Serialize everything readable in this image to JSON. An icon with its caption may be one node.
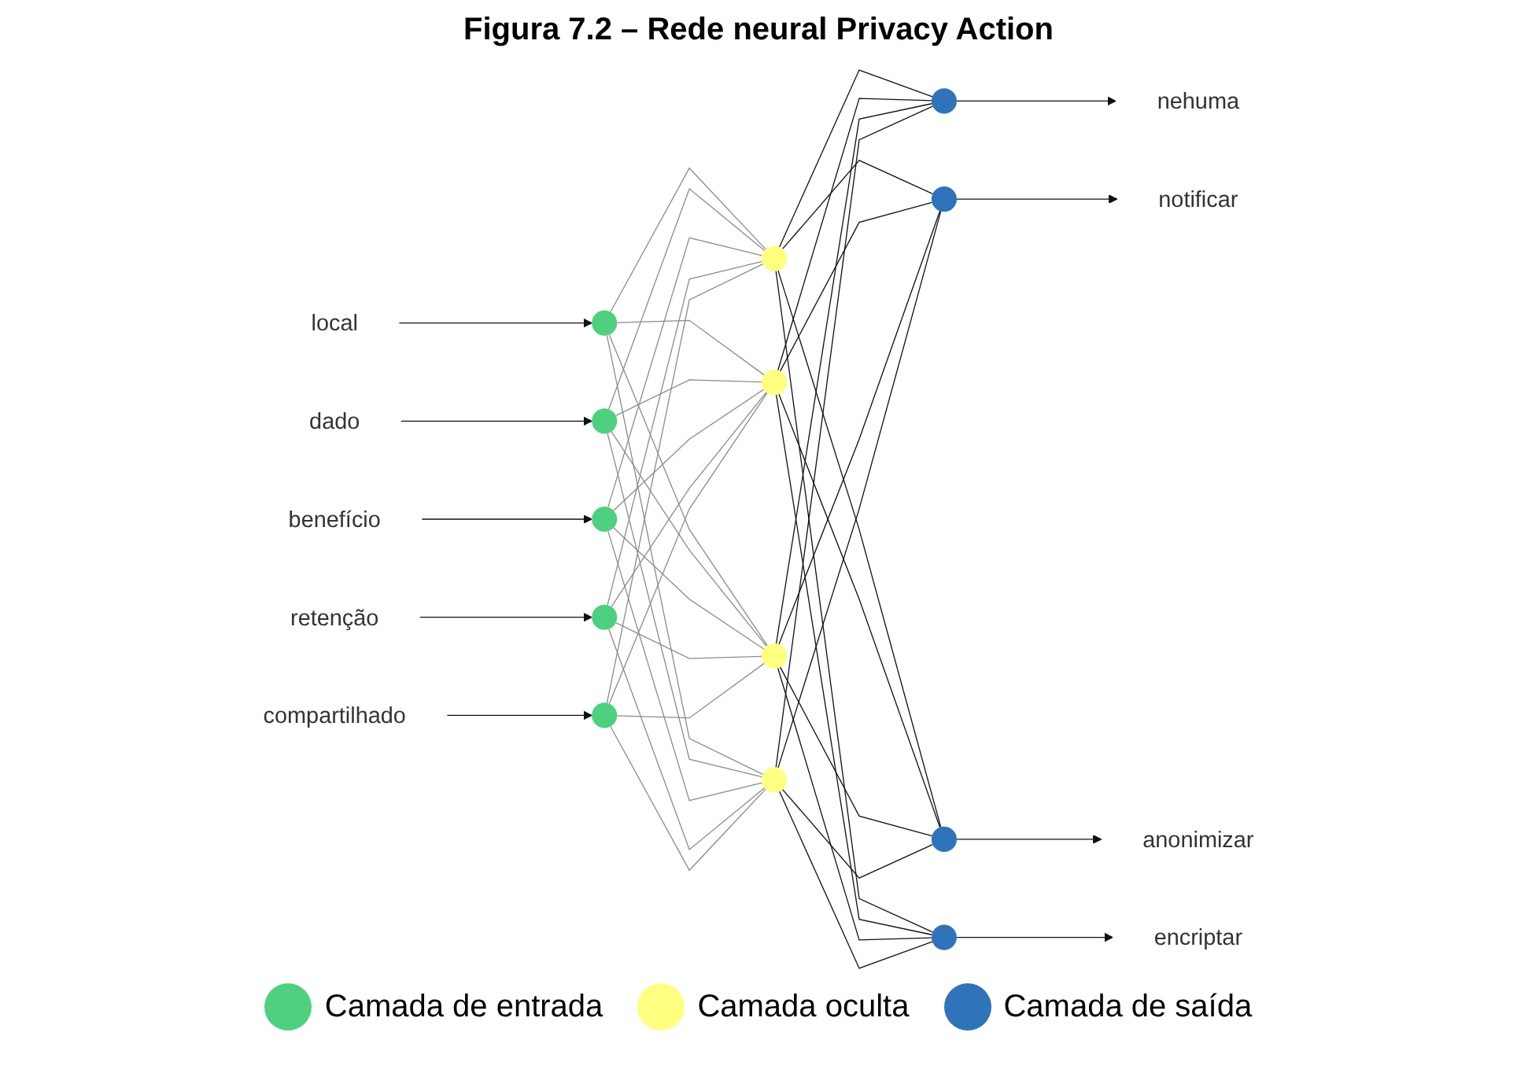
{
  "diagram": {
    "title": "Figura 7.2 – Rede neural Privacy Action",
    "nodes": [
      {
        "text": [
          "local"
        ]
      },
      {
        "text": [
          "dado"
        ]
      },
      {
        "text": [
          "benefício"
        ]
      },
      {
        "text": [
          "retenção"
        ]
      },
      {
        "text": [
          "compartilhado"
        ]
      },
      {
        "text": [],
        "shape": "circle"
      },
      {
        "text": [],
        "shape": "circle"
      },
      {
        "text": [],
        "shape": "circle"
      },
      {
        "text": [],
        "shape": "circle"
      },
      {
        "text": [],
        "shape": "circle"
      },
      {
        "text": [],
        "shape": "circle"
      },
      {
        "text": [],
        "shape": "circle"
      },
      {
        "text": [],
        "shape": "circle"
      },
      {
        "text": [],
        "shape": "circle"
      },
      {
        "text": [],
        "shape": "circle"
      },
      {
        "text": [],
        "shape": "circle"
      },
      {
        "text": [],
        "shape": "circle"
      },
      {
        "text": [],
        "shape": "circle"
      },
      {
        "text": [
          "nehuma"
        ]
      },
      {
        "text": [
          "notificar"
        ]
      },
      {
        "text": [
          "anonimizar"
        ]
      },
      {
        "text": [
          "encriptar"
        ]
      }
    ],
    "edges": [
      {
        "from": 0,
        "to": 5,
        "arrow": "to"
      },
      {
        "from": 1,
        "to": 6,
        "arrow": "to"
      },
      {
        "from": 2,
        "to": 7,
        "arrow": "to"
      },
      {
        "from": 3,
        "to": 8,
        "arrow": "to"
      },
      {
        "from": 4,
        "to": 9,
        "arrow": "to"
      },
      {
        "from": 5,
        "to": 10,
        "arrow": "none",
        "color": "#8c8c8c"
      },
      {
        "from": 5,
        "to": 11,
        "arrow": "none",
        "color": "#8c8c8c"
      },
      {
        "from": 5,
        "to": 12,
        "arrow": "none",
        "color": "#8c8c8c"
      },
      {
        "from": 5,
        "to": 13,
        "arrow": "none",
        "color": "#8c8c8c"
      },
      {
        "from": 6,
        "to": 10,
        "arrow": "none",
        "color": "#8c8c8c"
      },
      {
        "from": 6,
        "to": 11,
        "arrow": "none",
        "color": "#8c8c8c"
      },
      {
        "from": 6,
        "to": 12,
        "arrow": "none",
        "color": "#8c8c8c"
      },
      {
        "from": 6,
        "to": 13,
        "arrow": "none",
        "color": "#8c8c8c"
      },
      {
        "from": 7,
        "to": 10,
        "arrow": "none",
        "color": "#8c8c8c"
      },
      {
        "from": 7,
        "to": 11,
        "arrow": "none",
        "color": "#8c8c8c"
      },
      {
        "from": 7,
        "to": 12,
        "arrow": "none",
        "color": "#8c8c8c"
      },
      {
        "from": 7,
        "to": 13,
        "arrow": "none",
        "color": "#8c8c8c"
      },
      {
        "from": 8,
        "to": 10,
        "arrow": "none",
        "color": "#8c8c8c"
      },
      {
        "from": 8,
        "to": 11,
        "arrow": "none",
        "color": "#8c8c8c"
      },
      {
        "from": 8,
        "to": 12,
        "arrow": "none",
        "color": "#8c8c8c"
      },
      {
        "from": 8,
        "to": 13,
        "arrow": "none",
        "color": "#8c8c8c"
      },
      {
        "from": 9,
        "to": 10,
        "arrow": "none",
        "color": "#8c8c8c"
      },
      {
        "from": 9,
        "to": 11,
        "arrow": "none",
        "color": "#8c8c8c"
      },
      {
        "from": 9,
        "to": 12,
        "arrow": "none",
        "color": "#8c8c8c"
      },
      {
        "from": 9,
        "to": 13,
        "arrow": "none",
        "color": "#8c8c8c"
      },
      {
        "from": 10,
        "to": 14,
        "arrow": "none"
      },
      {
        "from": 10,
        "to": 15,
        "arrow": "none"
      },
      {
        "from": 10,
        "to": 16,
        "arrow": "none"
      },
      {
        "from": 10,
        "to": 17,
        "arrow": "none"
      },
      {
        "from": 11,
        "to": 14,
        "arrow": "none"
      },
      {
        "from": 11,
        "to": 15,
        "arrow": "none"
      },
      {
        "from": 11,
        "to": 16,
        "arrow": "none"
      },
      {
        "from": 11,
        "to": 17,
        "arrow": "none"
      },
      {
        "from": 12,
        "to": 14,
        "arrow": "none"
      },
      {
        "from": 12,
        "to": 15,
        "arrow": "none"
      },
      {
        "from": 12,
        "to": 16,
        "arrow": "none"
      },
      {
        "from": 12,
        "to": 17,
        "arrow": "none"
      },
      {
        "from": 13,
        "to": 14,
        "arrow": "none"
      },
      {
        "from": 13,
        "to": 15,
        "arrow": "none"
      },
      {
        "from": 13,
        "to": 16,
        "arrow": "none"
      },
      {
        "from": 13,
        "to": 17,
        "arrow": "none"
      },
      {
        "from": 14,
        "to": 18,
        "arrow": "to"
      },
      {
        "from": 15,
        "to": 19,
        "arrow": "to"
      },
      {
        "from": 16,
        "to": 20,
        "arrow": "to"
      },
      {
        "from": 17,
        "to": 21,
        "arrow": "to"
      }
    ],
    "legend": [
      {
        "text": "Camada de entrada",
        "color": "#4fd07f"
      },
      {
        "text": "Camada oculta",
        "color": "#ffff80"
      },
      {
        "text": "Camada de saída",
        "color": "#2f74b9"
      }
    ]
  }
}
